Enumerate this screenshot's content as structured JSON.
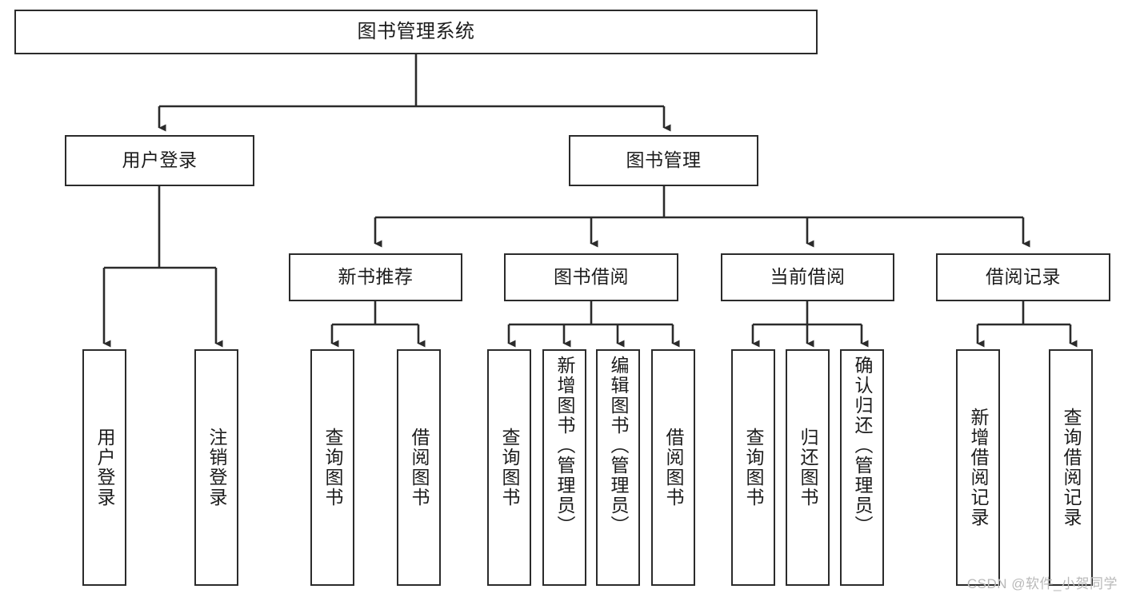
{
  "diagram": {
    "title": "图书管理系统",
    "watermark": "CSDN @软件_小贺同学",
    "line_color": "#2b2b2b",
    "box_fill": "#ffffff",
    "text_color": "#1c1c1c",
    "root": {
      "label": "图书管理系统"
    },
    "level1": [
      {
        "label": "用户登录"
      },
      {
        "label": "图书管理"
      }
    ],
    "level2": [
      {
        "label": "新书推荐"
      },
      {
        "label": "图书借阅"
      },
      {
        "label": "当前借阅"
      },
      {
        "label": "借阅记录"
      }
    ],
    "leaves": {
      "user_login": [
        {
          "label": "用户登录"
        },
        {
          "label": "注销登录"
        }
      ],
      "new_book_recommend": [
        {
          "label": "查询图书"
        },
        {
          "label": "借阅图书"
        }
      ],
      "book_borrow": [
        {
          "label": "查询图书"
        },
        {
          "label": "新增图书（管理员）"
        },
        {
          "label": "编辑图书（管理员）"
        },
        {
          "label": "借阅图书"
        }
      ],
      "current_borrow": [
        {
          "label": "查询图书"
        },
        {
          "label": "归还图书"
        },
        {
          "label": "确认归还（管理员）"
        }
      ],
      "borrow_record": [
        {
          "label": "新增借阅记录"
        },
        {
          "label": "查询借阅记录"
        }
      ]
    }
  }
}
